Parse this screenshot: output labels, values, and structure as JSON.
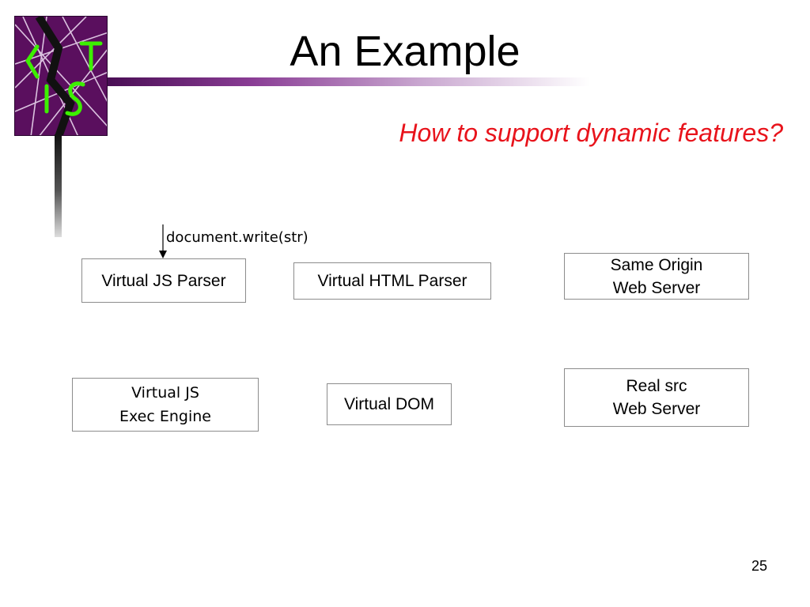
{
  "slide": {
    "title": "An Example",
    "subtitle": "How to support dynamic features?",
    "page_number": "25"
  },
  "diagram": {
    "arrow_label": "document.write(str)",
    "boxes": {
      "js_parser": [
        "Virtual JS Parser"
      ],
      "html_parser": [
        "Virtual HTML Parser"
      ],
      "same_origin_server": [
        "Same Origin",
        "Web Server"
      ],
      "js_exec_engine": [
        "Virtual JS",
        "Exec Engine"
      ],
      "virtual_dom": [
        "Virtual DOM"
      ],
      "real_src_server": [
        "Real src",
        "Web Server"
      ]
    }
  },
  "colors": {
    "subtitle": "#e8131b",
    "logo_background": "#5a0f5e",
    "logo_glyph": "#3cf000",
    "accent_bar": "#4a0e55"
  },
  "icons": {
    "logo": "lis-lab-logo"
  }
}
